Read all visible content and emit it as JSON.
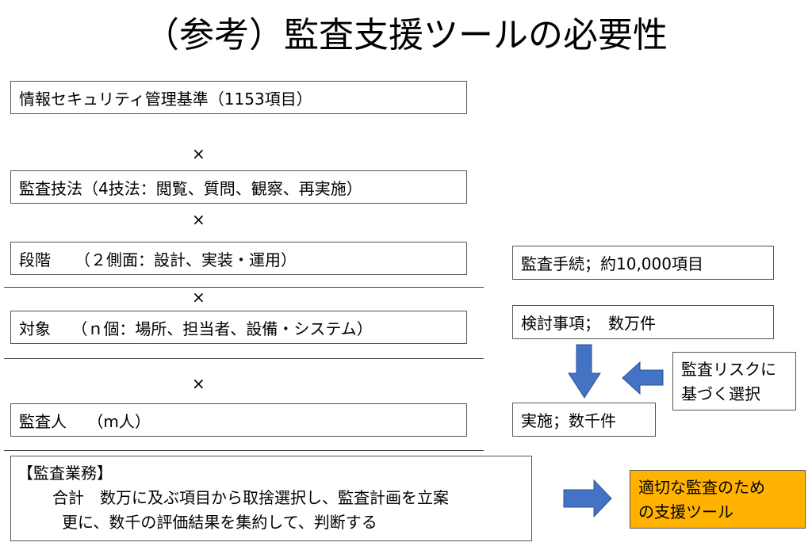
{
  "title": "（参考）監査支援ツールの必要性",
  "factors": [
    "情報セキュリティ管理基準（1153項目）",
    "監査技法（4技法：閲覧、質問、観察、再実施）",
    "段階　　（２側面：設計、実装・運用）",
    "対象　 （ｎ個：場所、担当者、設備・システム）",
    "監査人　 （m人）"
  ],
  "multiply_sign": "×",
  "audit_work": {
    "heading": "【監査業務】",
    "line1": "合計　数万に及ぶ項目から取捨選択し、監査計画を立案",
    "line2": "更に、数千の評価結果を集約して、判断する"
  },
  "right": {
    "procedures": "監査手続；約10,000項目",
    "considerations": "検討事項；　数万件",
    "implementation": "実施；数千件",
    "risk_selection_line1": "監査リスクに",
    "risk_selection_line2": "基づく選択",
    "tool_line1": "適切な監査のため",
    "tool_line2": "の支援ツール"
  },
  "colors": {
    "arrow": "#4472C4",
    "tool_box": "#FFB300"
  }
}
